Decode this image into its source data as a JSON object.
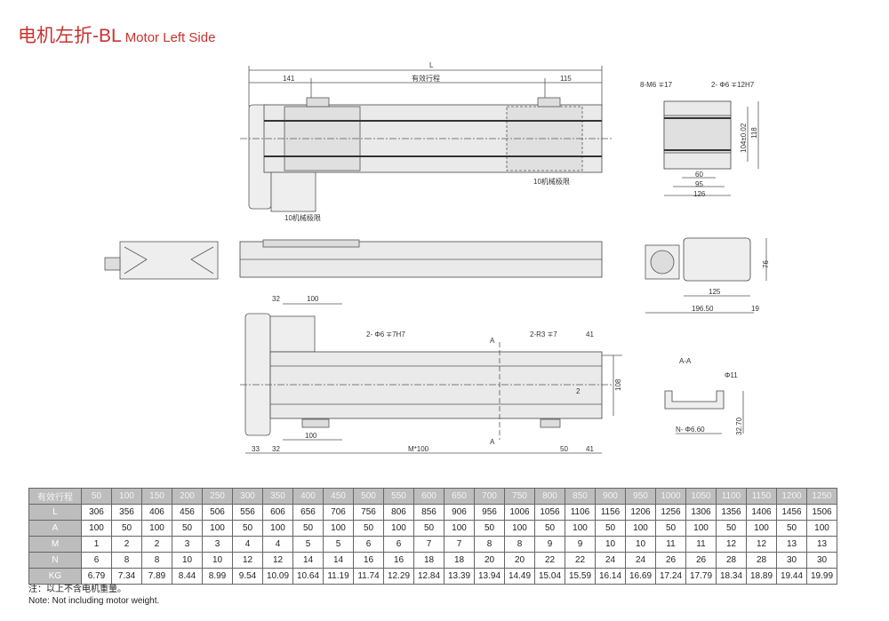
{
  "title": {
    "cn": "电机左折-BL",
    "en": "Motor Left Side"
  },
  "top_view": {
    "L": "L",
    "d141": "141",
    "stroke_label": "有效行程",
    "d115": "115",
    "limit_left": "10机械极限",
    "limit_right": "10机械极限"
  },
  "bottom_view": {
    "d32_top": "32",
    "d100_top": "100",
    "hole_label": "2- Φ6 ∓7H7",
    "section_mark": "A",
    "r3_label": "2-R3 ∓7",
    "d41_top": "41",
    "d2": "2",
    "d108": "108",
    "d100_bottom": "100",
    "d33": "33",
    "d32": "32",
    "m100": "M*100",
    "d50": "50",
    "d41": "41"
  },
  "end_view": {
    "m6_label": "8-M6 ∓17",
    "pin_label": "2- Φ6 ∓12H7",
    "d104": "104±0.02",
    "d118": "118",
    "d60": "60",
    "d95": "95",
    "d126": "126"
  },
  "side_end_view": {
    "d76": "76",
    "d125": "125",
    "d196": "196.50",
    "d19": "19"
  },
  "section": {
    "title": "A-A",
    "d11": "Φ11",
    "n_label": "N- Φ6.60",
    "d32_70": "32.70"
  },
  "table": {
    "headers": [
      "有效行程",
      "L",
      "A",
      "M",
      "N",
      "KG"
    ],
    "stroke": [
      "50",
      "100",
      "150",
      "200",
      "250",
      "300",
      "350",
      "400",
      "450",
      "500",
      "550",
      "600",
      "650",
      "700",
      "750",
      "800",
      "850",
      "900",
      "950",
      "1000",
      "1050",
      "1100",
      "1150",
      "1200",
      "1250"
    ],
    "L": [
      "306",
      "356",
      "406",
      "456",
      "506",
      "556",
      "606",
      "656",
      "706",
      "756",
      "806",
      "856",
      "906",
      "956",
      "1006",
      "1056",
      "1106",
      "1156",
      "1206",
      "1256",
      "1306",
      "1356",
      "1406",
      "1456",
      "1506"
    ],
    "A": [
      "100",
      "50",
      "100",
      "50",
      "100",
      "50",
      "100",
      "50",
      "100",
      "50",
      "100",
      "50",
      "100",
      "50",
      "100",
      "50",
      "100",
      "50",
      "100",
      "50",
      "100",
      "50",
      "100",
      "50",
      "100"
    ],
    "M": [
      "1",
      "2",
      "2",
      "3",
      "3",
      "4",
      "4",
      "5",
      "5",
      "6",
      "6",
      "7",
      "7",
      "8",
      "8",
      "9",
      "9",
      "10",
      "10",
      "11",
      "11",
      "12",
      "12",
      "13",
      "13"
    ],
    "N": [
      "6",
      "8",
      "8",
      "10",
      "10",
      "12",
      "12",
      "14",
      "14",
      "16",
      "16",
      "18",
      "18",
      "20",
      "20",
      "22",
      "22",
      "24",
      "24",
      "26",
      "26",
      "28",
      "28",
      "30",
      "30"
    ],
    "KG": [
      "6.79",
      "7.34",
      "7.89",
      "8.44",
      "8.99",
      "9.54",
      "10.09",
      "10.64",
      "11.19",
      "11.74",
      "12.29",
      "12.84",
      "13.39",
      "13.94",
      "14.49",
      "15.04",
      "15.59",
      "16.14",
      "16.69",
      "17.24",
      "17.79",
      "18.34",
      "18.89",
      "19.44",
      "19.99"
    ]
  },
  "note": {
    "cn": "注：以上不含电机重量。",
    "en": "Note: Not including motor weight."
  }
}
